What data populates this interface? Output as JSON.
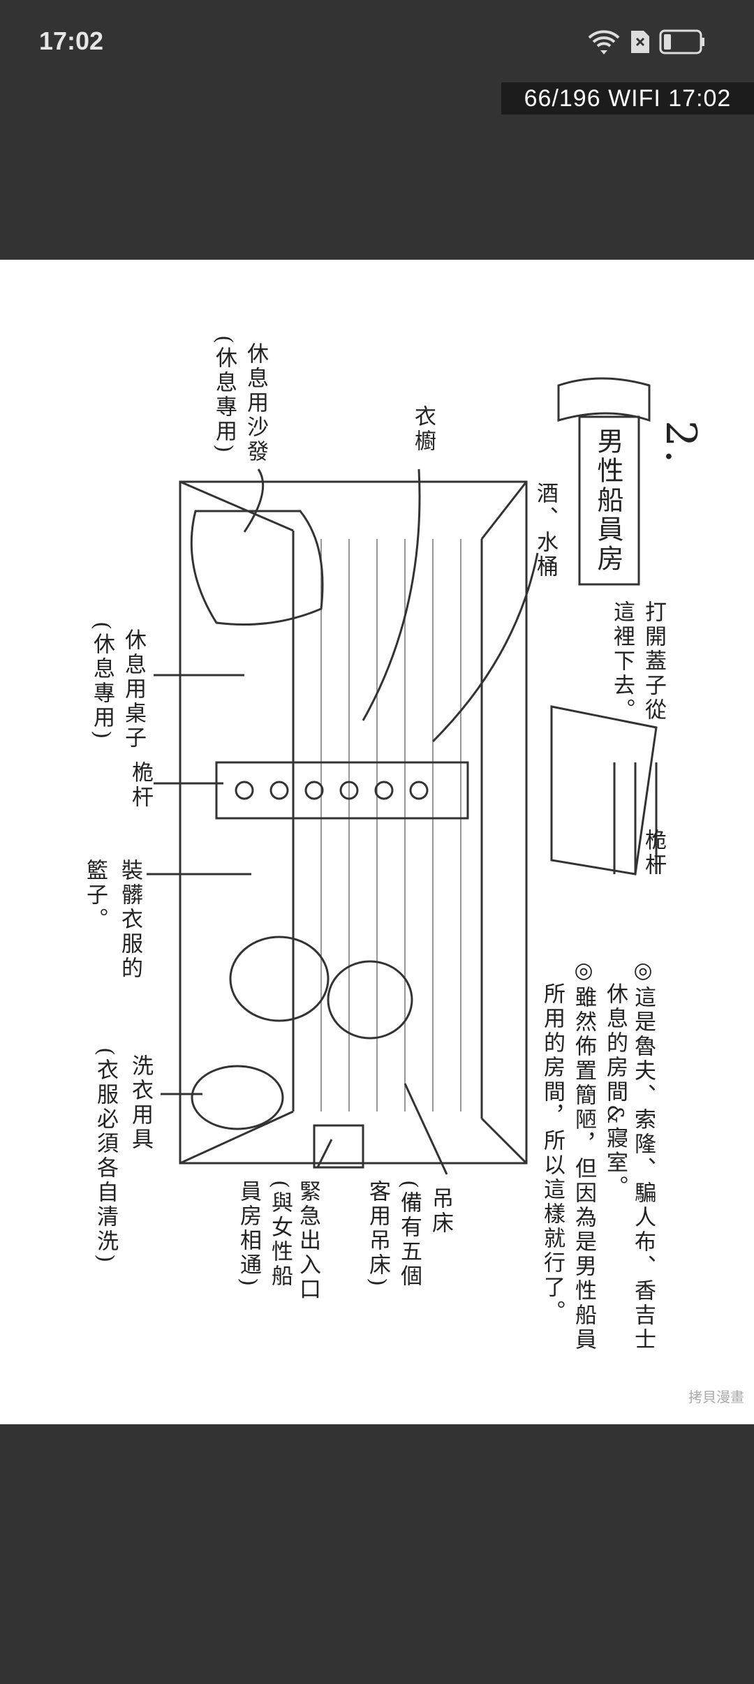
{
  "status_bar": {
    "time": "17:02",
    "icons": [
      "wifi-icon",
      "sim-absent-icon",
      "battery-icon"
    ]
  },
  "reader_info": "66/196  WIFI  17:02",
  "page": {
    "number": "2.",
    "title": "男性船員房",
    "labels": {
      "wine_bucket": "酒、水桶",
      "wardrobe": "衣櫥",
      "sofa": "休息用沙發",
      "sofa_note": "(休息專用)",
      "hatch_1": "打開蓋子從",
      "hatch_2": "這裡下去。",
      "mast_right": "桅杆",
      "table": "休息用桌子",
      "table_note": "(休息專用)",
      "mast_left": "桅杆",
      "basket_1": "裝髒衣服的",
      "basket_2": "籃子。",
      "laundry": "洗衣用具",
      "laundry_note": "(衣服必須各自清洗)",
      "exit": "緊急出入口",
      "exit_note_1": "(與女性船",
      "exit_note_2": "員房相通)",
      "hammock": "吊床",
      "hammock_note_1": "(備有五個",
      "hammock_note_2": "客用吊床)"
    },
    "notes": [
      "◎這是魯夫、索隆、騙人布、香吉士",
      "休息的房間&寢室。",
      "◎雖然佈置簡陋，但因為是男性船員",
      "所用的房間，所以這樣就行了。"
    ],
    "watermark": "拷貝漫畫"
  }
}
